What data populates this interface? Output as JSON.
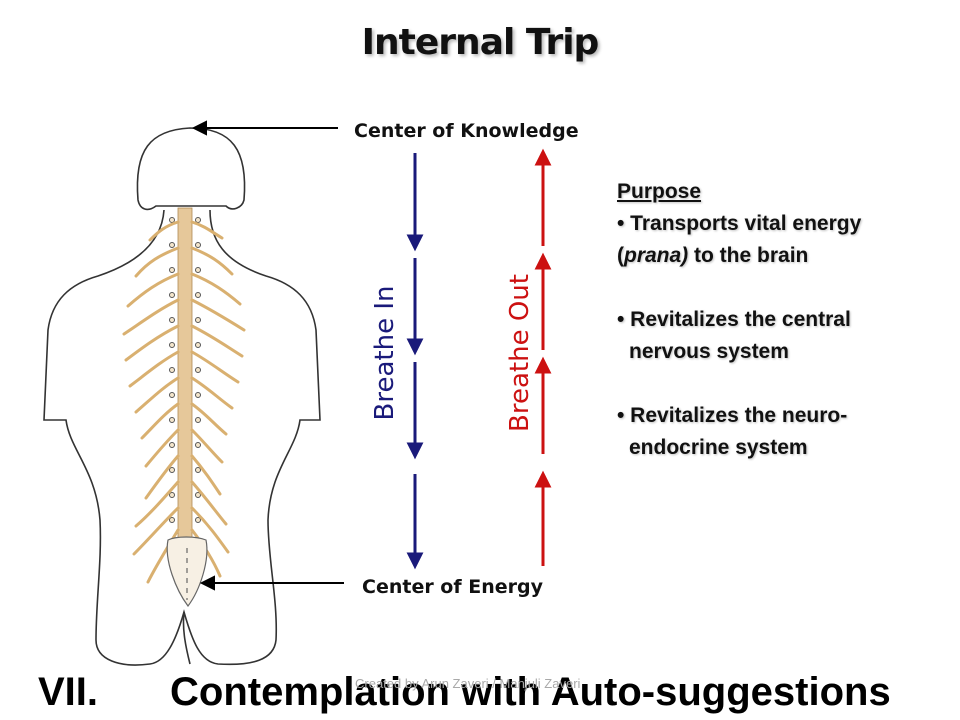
{
  "title": "Internal Trip",
  "labels": {
    "center_knowledge": "Center of Knowledge",
    "center_energy": "Center of Energy",
    "breathe_in": "Breathe In",
    "breathe_out": "Breathe Out"
  },
  "purpose": {
    "heading": "Purpose",
    "bullet1_line1": "• Transports vital energy",
    "bullet1_open": "(",
    "bullet1_italic": "prana)",
    "bullet1_rest": " to the brain",
    "bullet2_line1": "• Revitalizes the central",
    "bullet2_line2": "nervous system",
    "bullet3_line1": "• Revitalizes the neuro-",
    "bullet3_line2": "endocrine system"
  },
  "footer": {
    "number": "VII.",
    "text": "Contemplation with Auto-suggestions"
  },
  "credit": "Created by Arun Zaveri / Manjuli Zaveri",
  "colors": {
    "breathe_in": "#1a1a7a",
    "breathe_out": "#cc1111",
    "spine": "#e6c89a"
  }
}
